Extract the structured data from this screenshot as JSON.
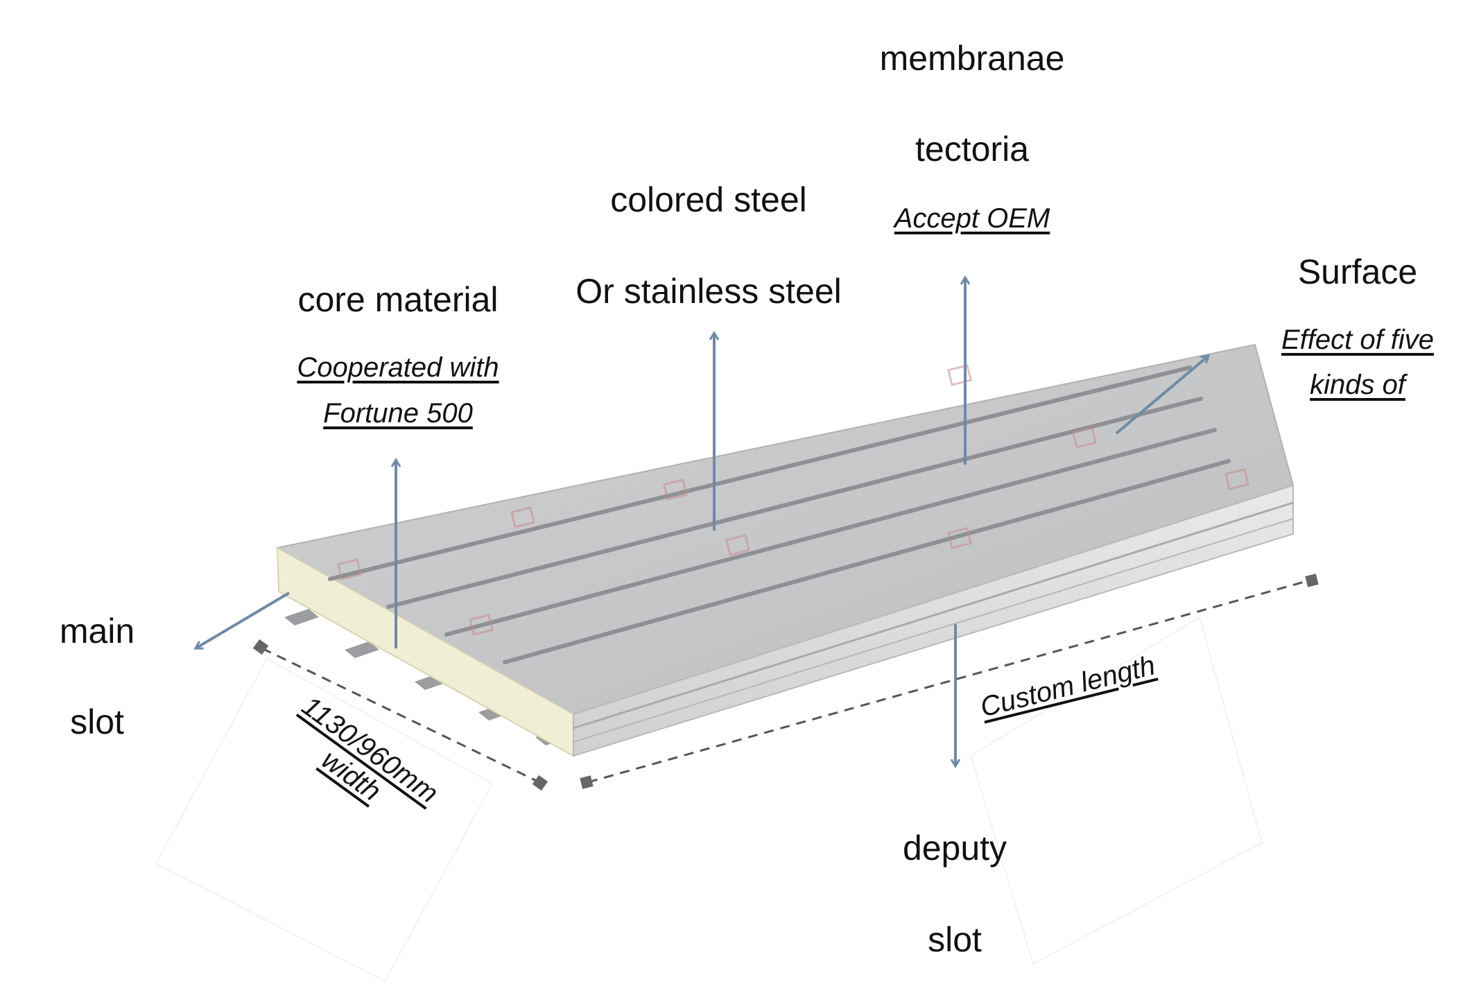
{
  "labels": {
    "membranae": "membranae",
    "tectoria": "tectoria",
    "accept_oem": "Accept OEM",
    "colored_steel": "colored steel",
    "stainless_steel": "Or stainless steel",
    "core_material": "core material",
    "cooperated_line1": "Cooperated with",
    "cooperated_line2": "Fortune 500",
    "surface": "Surface",
    "effect_line1": "Effect of five",
    "effect_line2": "kinds of",
    "main": "main",
    "main_slot": "slot",
    "width_line1": "1130/960mm",
    "width_line2": "width",
    "custom_length": "Custom length",
    "deputy": "deputy",
    "deputy_slot": "slot"
  },
  "colors": {
    "arrow": "#6e8aa6",
    "panel_top": "#c9cacc",
    "panel_side": "#dfe0e2",
    "panel_groove": "#8e9094",
    "core": "#f1eed6",
    "dimension_line": "#555555",
    "watermark": "#c98a8a"
  }
}
